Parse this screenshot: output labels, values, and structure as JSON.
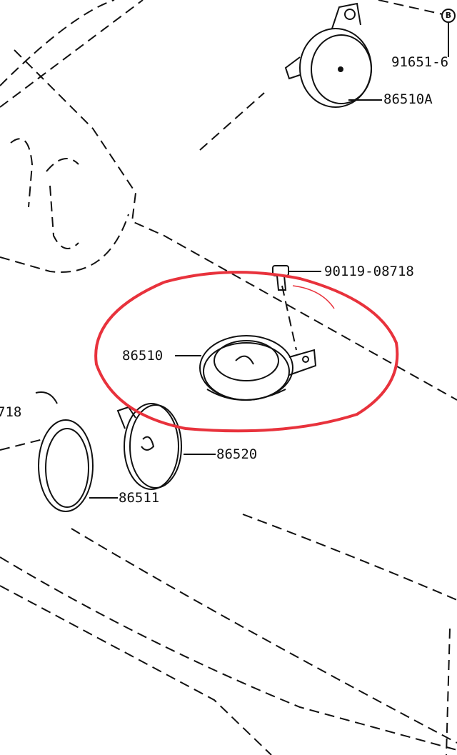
{
  "diagram": {
    "parts": [
      {
        "id": "91651-6",
        "label": "91651-6"
      },
      {
        "id": "86510A",
        "label": "86510A"
      },
      {
        "id": "90119-08718",
        "label": "90119-08718"
      },
      {
        "id": "86510",
        "label": "86510"
      },
      {
        "id": "86520",
        "label": "86520"
      },
      {
        "id": "86511",
        "label": "86511"
      },
      {
        "id": "partial-718",
        "label": "718"
      }
    ],
    "callout_marker": "B",
    "highlight_color": "#e8323c",
    "highlighted_part": "86510"
  }
}
